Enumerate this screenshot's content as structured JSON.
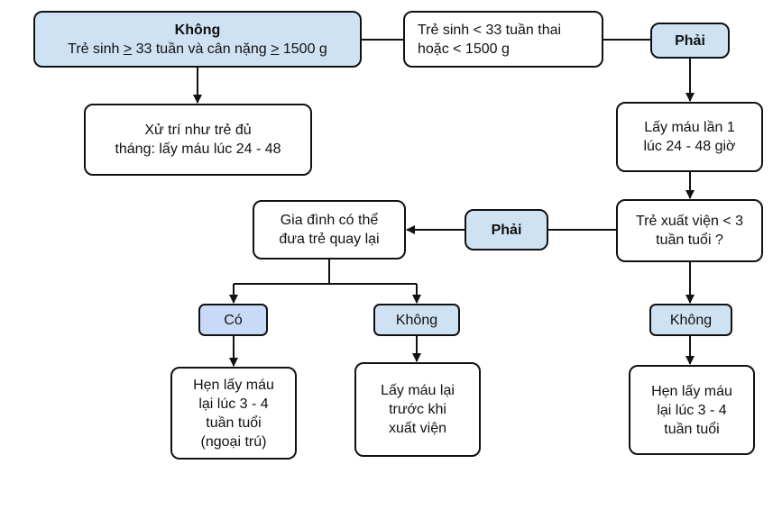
{
  "nodes": {
    "no_top": {
      "title": "Không",
      "line_prefix": "Trẻ sinh ",
      "ge1": ">",
      "line_mid": " 33 tuần và cân nặng ",
      "ge2": ">",
      "line_suffix": " 1500 g"
    },
    "preterm": {
      "line1": "Trẻ sinh < 33 tuần thai",
      "line2": "hoặc < 1500 g"
    },
    "yes_top": "Phải",
    "term_mgmt": {
      "line1": "Xử trí như trẻ đủ",
      "line2": "tháng: lấy máu lúc 24 - 48"
    },
    "first_sample": {
      "line1": "Lấy máu lần 1",
      "line2": "lúc 24 - 48 giờ"
    },
    "discharge_q": {
      "line1": "Trẻ xuất viện < 3",
      "line2": "tuần tuổi ?"
    },
    "yes_mid": "Phải",
    "family_q": {
      "line1": "Gia đình có thể",
      "line2": "đưa trẻ quay lại"
    },
    "yes_left": "Có",
    "no_mid": "Không",
    "no_right": "Không",
    "appt_left": {
      "line1": "Hẹn lấy máu",
      "line2": "lại lúc 3 - 4",
      "line3": "tuần tuổi",
      "line4": "(ngoại trú)"
    },
    "resample": {
      "line1": "Lấy máu lại",
      "line2": "trước khi",
      "line3": "xuất viện"
    },
    "appt_right": {
      "line1": "Hẹn lấy máu",
      "line2": "lại lúc 3 - 4",
      "line3": "tuần tuổi"
    }
  },
  "colors": {
    "decision": "#cfe2f3",
    "yes_left": "#c9daf8",
    "stroke": "#111111"
  }
}
